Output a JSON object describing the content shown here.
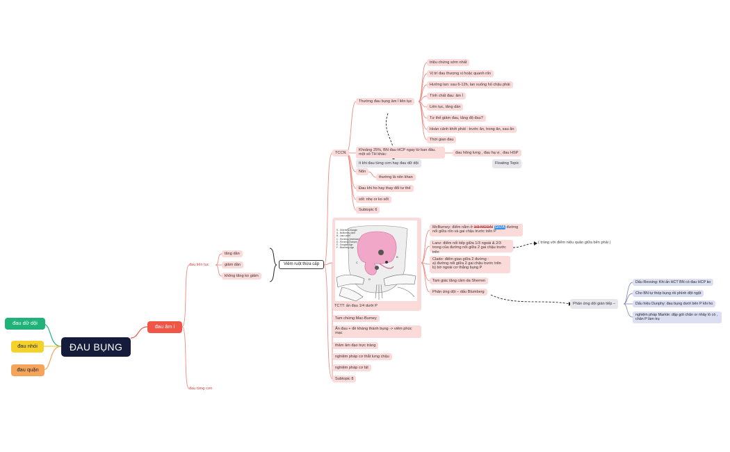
{
  "root": {
    "label": "ĐAU BỤNG"
  },
  "left_branches": {
    "dau_du_doi": "đau dữ dội",
    "dau_nhoi": "đau nhói",
    "dau_quan": "đau quặn"
  },
  "main_branch": {
    "label": "đau âm ỉ"
  },
  "dau_lien_tuc": {
    "label": "đau liên tục",
    "children": [
      "tăng dần",
      "giảm dần",
      "không tăng ko giảm"
    ]
  },
  "dau_tung_con": {
    "label": "đau từng cơn"
  },
  "viem_ruot_thua": {
    "label": "Viêm ruột thừa cấp"
  },
  "tccn": {
    "label": "TCCN",
    "thuong_dau": {
      "label": "Thường đau bụng âm ỉ liên tục",
      "children": [
        "triệu chứng sớm nhất",
        "Vị trí đau thượng vị hoặc quanh rốn",
        "Hướng lan: sau 6-12h, lan xuống hố chậu phải",
        "Tính chất đau: âm ỉ",
        "Liên tục, tăng dần",
        "Tư thế giảm đau, tăng độ đau?",
        "Hoàn cảnh khởi phát : trước ăn, trong ăn, sau ăn",
        "Thời gian đau"
      ]
    },
    "khoang_25": "Khoảng 25%, BN đau HCP ngay từ ban đầu. một số TH khác:",
    "dau_hong_lung": "đau hông lưng , đau hạ vị , đau HSP",
    "it_khi": "ít khi đau từng cơn hay đau dữ dội",
    "floating_topic": "Floating Topic",
    "non": "Nôn",
    "non_child": "thường là nôn khan",
    "dau_khi_ho": "Đau khi ho hay thay đổi tư thế",
    "sot": "sốt: nhẹ or ko sốt",
    "subtopic6": "Subtopic 6"
  },
  "figure": {
    "caption": "TCTT: ấn đau 1/4 dưới P",
    "legend": [
      "S - Sherren's triangle",
      "A - McBurney point",
      "B - Lanz point",
      "C - Rovsing (American)",
      "D - Rovsing (Europe)",
      "E - Douglas sign",
      "F - Blumberg sign"
    ]
  },
  "tcct": {
    "mcburney_pre": "McBurney: điểm nằm ở",
    "mcburney_strike": "1/3 NGOÀI",
    "mcburney_hl": "GIỮA",
    "mcburney_post": "đường nối giữa rốn và gai chậu trước trên P",
    "lanz": "Lanz: điểm nối tiếp giữa 1/3 ngoài & 2/3 trong của đường nối giữa 2 gai chậu trước trên",
    "lanz_note": "( trùng với điểm niệu quản giữa bên phải )",
    "clado": "Clado: điểm giao giữa 2 đường :\na) đường nối giữa 2 gai chậu trước trên\nb) bờ ngoài cơ thẳng bụng P",
    "tam_giac": "Tam giác tăng cảm da Sherren",
    "phan_ung_doi": "Phản ứng dội – dấu Blumberg",
    "phan_ung_gian_tiep": "Phản ứng dội gián tiếp –",
    "indirect": [
      "Dấu Rovsing: Khi ấn HCT BN có đau HCP ko",
      "Cho BN tự thóp bụng rồi phình đột ngột",
      "Dấu hiệu Dunphy: đau bụng dưới bên P khi ho",
      "nghiệm pháp Markle: dập gót chân or nhảy lò cò , chân P làm trụ"
    ]
  },
  "others": [
    "Tam chứng Mac-Burney",
    "Ấn đau + đề kháng thành bụng -> viêm phúc mạc",
    "thăm âm đạo trực tràng",
    "nghiệm pháp cơ thắt lưng chậu",
    "nghiệm pháp cơ bịt",
    "Subtopic 8"
  ],
  "colors": {
    "root_bg": "#151c3b",
    "main_red": "#f05545",
    "green": "#1fb37a",
    "yellow": "#f4d22b",
    "orange": "#f5a45c",
    "pink_fill": "#fbdada",
    "pink_line": "#f08a82"
  }
}
